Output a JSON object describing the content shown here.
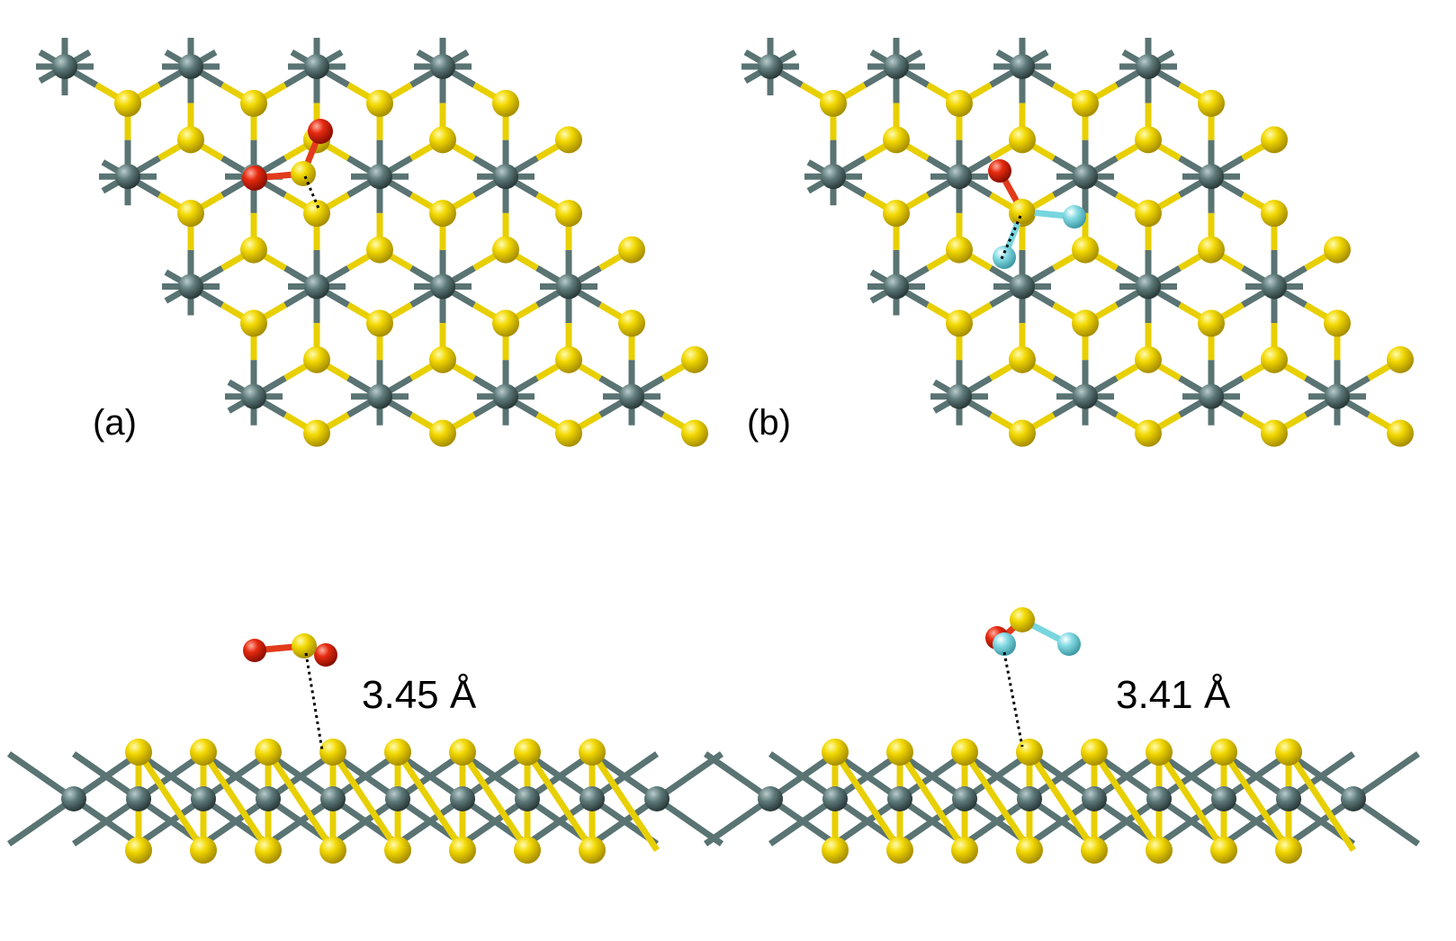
{
  "panels": {
    "a": {
      "label": "(a)"
    },
    "b": {
      "label": "(b)"
    }
  },
  "distances": {
    "a": "3.45 Å",
    "b": "3.41 Å"
  },
  "colors": {
    "molybdenum": "#5a7373",
    "sulfur": "#e8cf00",
    "oxygen": "#e23b1c",
    "fluorine": "#78d6df"
  }
}
